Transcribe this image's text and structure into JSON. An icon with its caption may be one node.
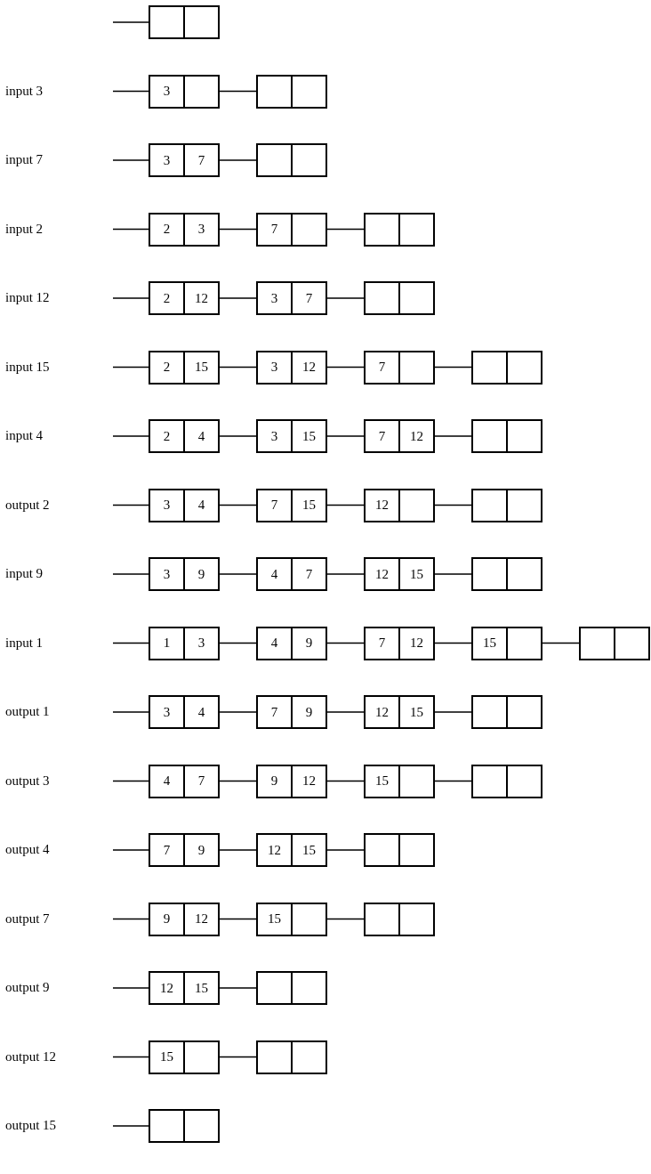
{
  "diagram": {
    "nodes": [
      {
        "text": [],
        "shape": "box"
      },
      {
        "text": [
          "3"
        ]
      },
      {
        "text": [],
        "shape": "box"
      },
      {
        "text": [
          "3",
          "7"
        ]
      },
      {
        "text": [],
        "shape": "box"
      },
      {
        "text": [
          "2",
          "3"
        ]
      },
      {
        "text": [
          "7"
        ]
      },
      {
        "text": [],
        "shape": "box"
      },
      {
        "text": [
          "2",
          "12"
        ]
      },
      {
        "text": [
          "3",
          "7"
        ]
      },
      {
        "text": [],
        "shape": "box"
      },
      {
        "text": [
          "2",
          "15"
        ]
      },
      {
        "text": [
          "3",
          "12"
        ]
      },
      {
        "text": [
          "7"
        ]
      },
      {
        "text": [],
        "shape": "box"
      },
      {
        "text": [
          "2",
          "4"
        ]
      },
      {
        "text": [
          "3",
          "15"
        ]
      },
      {
        "text": [
          "7",
          "12"
        ]
      },
      {
        "text": [],
        "shape": "box"
      },
      {
        "text": [
          "3",
          "4"
        ]
      },
      {
        "text": [
          "7",
          "15"
        ]
      },
      {
        "text": [
          "12"
        ]
      },
      {
        "text": [],
        "shape": "box"
      },
      {
        "text": [
          "3",
          "9"
        ]
      },
      {
        "text": [
          "4",
          "7"
        ]
      },
      {
        "text": [
          "12",
          "15"
        ]
      },
      {
        "text": [],
        "shape": "box"
      },
      {
        "text": [
          "1",
          "3"
        ]
      },
      {
        "text": [
          "4",
          "9"
        ]
      },
      {
        "text": [
          "7",
          "12"
        ]
      },
      {
        "text": [
          "15"
        ]
      },
      {
        "text": [],
        "shape": "box"
      },
      {
        "text": [
          "3",
          "4"
        ]
      },
      {
        "text": [
          "7",
          "9"
        ]
      },
      {
        "text": [
          "12",
          "15"
        ]
      },
      {
        "text": [],
        "shape": "box"
      },
      {
        "text": [
          "4",
          "7"
        ]
      },
      {
        "text": [
          "9",
          "12"
        ]
      },
      {
        "text": [
          "15"
        ]
      },
      {
        "text": [],
        "shape": "box"
      },
      {
        "text": [
          "7",
          "9"
        ]
      },
      {
        "text": [
          "12",
          "15"
        ]
      },
      {
        "text": [],
        "shape": "box"
      },
      {
        "text": [
          "9",
          "12"
        ]
      },
      {
        "text": [
          "15"
        ]
      },
      {
        "text": [],
        "shape": "box"
      },
      {
        "text": [
          "12",
          "15"
        ]
      },
      {
        "text": [],
        "shape": "box"
      },
      {
        "text": [
          "15"
        ]
      },
      {
        "text": [],
        "shape": "box"
      },
      {
        "text": [],
        "shape": "box"
      }
    ],
    "edges": [
      {
        "from": null,
        "to": 0,
        "arrow": "none"
      },
      {
        "from": null,
        "to": 1,
        "arrow": "none"
      },
      {
        "from": 1,
        "to": 2,
        "arrow": "none"
      },
      {
        "from": null,
        "to": 3,
        "arrow": "none"
      },
      {
        "from": 3,
        "to": 4,
        "arrow": "none"
      },
      {
        "from": null,
        "to": 5,
        "arrow": "none"
      },
      {
        "from": 5,
        "to": 6,
        "arrow": "none"
      },
      {
        "from": 6,
        "to": 7,
        "arrow": "none"
      },
      {
        "from": null,
        "to": 8,
        "arrow": "none"
      },
      {
        "from": 8,
        "to": 9,
        "arrow": "none"
      },
      {
        "from": 9,
        "to": 10,
        "arrow": "none"
      },
      {
        "from": null,
        "to": 11,
        "arrow": "none"
      },
      {
        "from": 11,
        "to": 12,
        "arrow": "none"
      },
      {
        "from": 12,
        "to": 13,
        "arrow": "none"
      },
      {
        "from": 13,
        "to": 14,
        "arrow": "none"
      },
      {
        "from": null,
        "to": 15,
        "arrow": "none"
      },
      {
        "from": 15,
        "to": 16,
        "arrow": "none"
      },
      {
        "from": 16,
        "to": 17,
        "arrow": "none"
      },
      {
        "from": 17,
        "to": 18,
        "arrow": "none"
      },
      {
        "from": null,
        "to": 19,
        "arrow": "none"
      },
      {
        "from": 19,
        "to": 20,
        "arrow": "none"
      },
      {
        "from": 20,
        "to": 21,
        "arrow": "none"
      },
      {
        "from": 21,
        "to": 22,
        "arrow": "none"
      },
      {
        "from": null,
        "to": 23,
        "arrow": "none"
      },
      {
        "from": 23,
        "to": 24,
        "arrow": "none"
      },
      {
        "from": 24,
        "to": 25,
        "arrow": "none"
      },
      {
        "from": 25,
        "to": 26,
        "arrow": "none"
      },
      {
        "from": null,
        "to": 27,
        "arrow": "none"
      },
      {
        "from": 27,
        "to": 28,
        "arrow": "none"
      },
      {
        "from": 28,
        "to": 29,
        "arrow": "none"
      },
      {
        "from": 29,
        "to": 30,
        "arrow": "none"
      },
      {
        "from": 30,
        "to": 31,
        "arrow": "none"
      },
      {
        "from": null,
        "to": 32,
        "arrow": "none"
      },
      {
        "from": 32,
        "to": 33,
        "arrow": "none"
      },
      {
        "from": 33,
        "to": 34,
        "arrow": "none"
      },
      {
        "from": 34,
        "to": 35,
        "arrow": "none"
      },
      {
        "from": null,
        "to": 36,
        "arrow": "none"
      },
      {
        "from": 36,
        "to": 37,
        "arrow": "none"
      },
      {
        "from": 37,
        "to": 38,
        "arrow": "none"
      },
      {
        "from": 38,
        "to": 39,
        "arrow": "none"
      },
      {
        "from": null,
        "to": 40,
        "arrow": "none"
      },
      {
        "from": 40,
        "to": 41,
        "arrow": "none"
      },
      {
        "from": 41,
        "to": 42,
        "arrow": "none"
      },
      {
        "from": null,
        "to": 43,
        "arrow": "none"
      },
      {
        "from": 43,
        "to": 44,
        "arrow": "none"
      },
      {
        "from": 44,
        "to": 45,
        "arrow": "none"
      },
      {
        "from": null,
        "to": 46,
        "arrow": "none"
      },
      {
        "from": 46,
        "to": 47,
        "arrow": "none"
      },
      {
        "from": null,
        "to": 48,
        "arrow": "none"
      },
      {
        "from": 48,
        "to": 49,
        "arrow": "none"
      },
      {
        "from": null,
        "to": 50,
        "arrow": "none"
      }
    ],
    "labels": [
      "input 3",
      "input 7",
      "input 2",
      "input 12",
      "input 15",
      "input 4",
      "output 2",
      "input 9",
      "input 1",
      "output 1",
      "output 3",
      "output 4",
      "output 7",
      "output 9",
      "output 12",
      "output 15"
    ]
  }
}
